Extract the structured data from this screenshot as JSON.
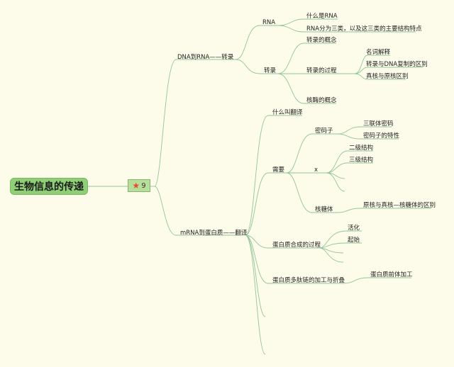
{
  "root": {
    "label": "生物信息的传递"
  },
  "badge": {
    "star_icon": "star-icon",
    "text": "9"
  },
  "dna_to_rna": {
    "label": "DNA到RNA——转录",
    "rna": {
      "label": "RNA",
      "children": [
        "什么是RNA",
        "RNA分为三类，以及这三类的主要结构特点"
      ]
    },
    "transcription": {
      "label": "转录",
      "concept": "转录的概念",
      "process": {
        "label": "转录的过程",
        "children": [
          "名词解释",
          "转录与DNA复制的区别",
          "真核与原核区别"
        ]
      },
      "ribozyme": "核酶的概念"
    }
  },
  "mrna_to_protein": {
    "label": "mRNA到蛋白质——翻译",
    "what_is": "什么叫翻译",
    "needs": {
      "label": "需要",
      "codon": {
        "label": "密码子",
        "children": [
          "三联体密码",
          "密码子的特性"
        ]
      },
      "x": {
        "label": "x",
        "children": [
          "二级结构",
          "三级结构"
        ]
      },
      "ribosome": {
        "label": "核糖体",
        "children": [
          "原核与真核—核糖体的区别"
        ]
      }
    },
    "synthesis": {
      "label": "蛋白质合成的过程",
      "children": [
        "活化",
        "起始"
      ]
    },
    "folding": {
      "label": "蛋白质多肽链的加工与折叠",
      "children": [
        "蛋白质前体加工"
      ]
    }
  }
}
